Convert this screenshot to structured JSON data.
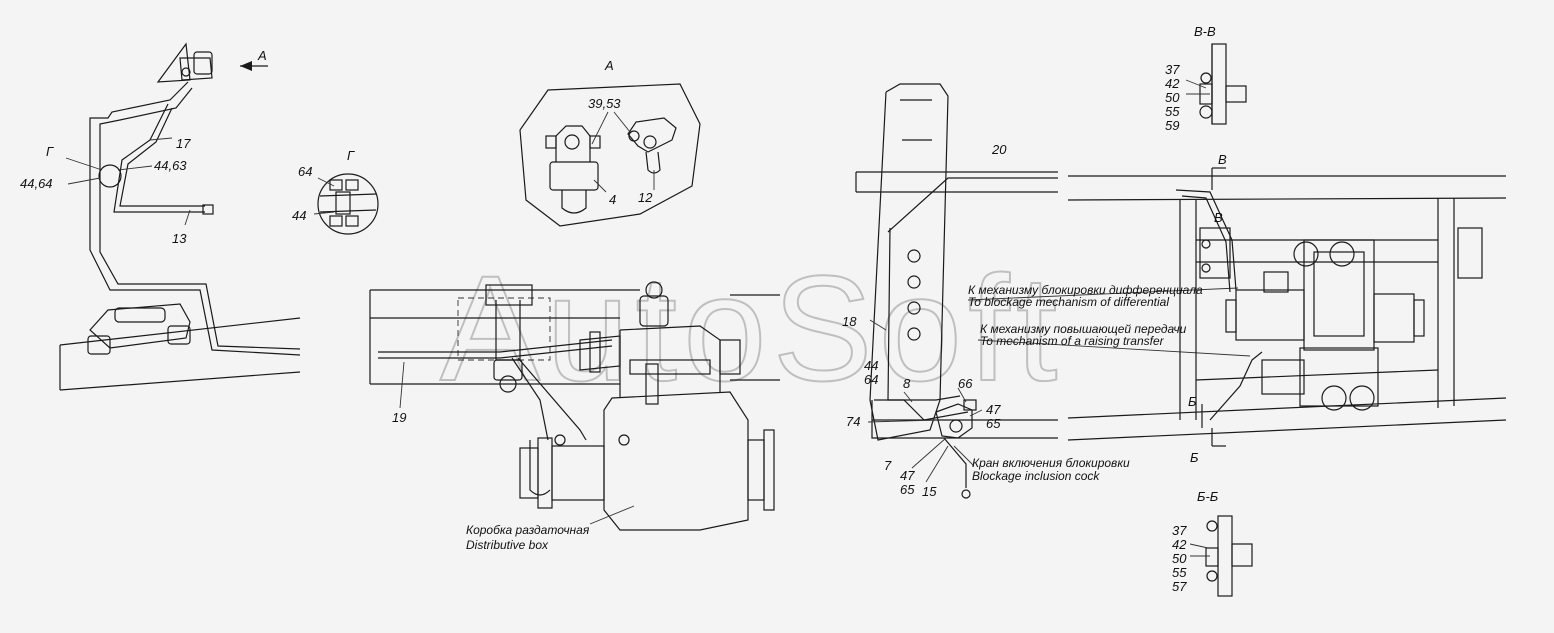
{
  "watermark": "AutoSoft",
  "view_labels": {
    "arrow_a": "А",
    "view_a_title": "А",
    "view_g_title": "Г",
    "section_vv_title": "В-В",
    "section_bb_title": "Б-Б",
    "cut_v_top": "В",
    "cut_v_bottom": "В",
    "cut_b_top": "Б",
    "cut_b_bottom": "Б",
    "circle_g": "Г"
  },
  "callouts": {
    "p17": "17",
    "p44_63": "44,63",
    "p44_64": "44,64",
    "p13": "13",
    "p39_53": "39,53",
    "p4": "4",
    "p12": "12",
    "p64": "64",
    "p44": "44",
    "p19": "19",
    "p20": "20",
    "p18": "18",
    "p44b": "44",
    "p64b": "64",
    "p8": "8",
    "p74": "74",
    "p7": "7",
    "p47a": "47",
    "p65a": "65",
    "p15": "15",
    "p66": "66",
    "p47b": "47",
    "p65b": "65"
  },
  "section_vv_items": [
    "37",
    "42",
    "50",
    "55",
    "59"
  ],
  "section_bb_items": [
    "37",
    "42",
    "50",
    "55",
    "57"
  ],
  "notes": {
    "distributive_box_ru": "Коробка раздаточная",
    "distributive_box_en": "Distributive box",
    "diff_lock_ru": "К механизму блокировки дифференциала",
    "diff_lock_en": "To blockage mechanism of differential",
    "raising_ru": "К механизму повышающей передачи",
    "raising_en": "To mechanism of a raising transfer",
    "cock_ru": "Кран включения блокировки",
    "cock_en": "Blockage inclusion cock"
  }
}
